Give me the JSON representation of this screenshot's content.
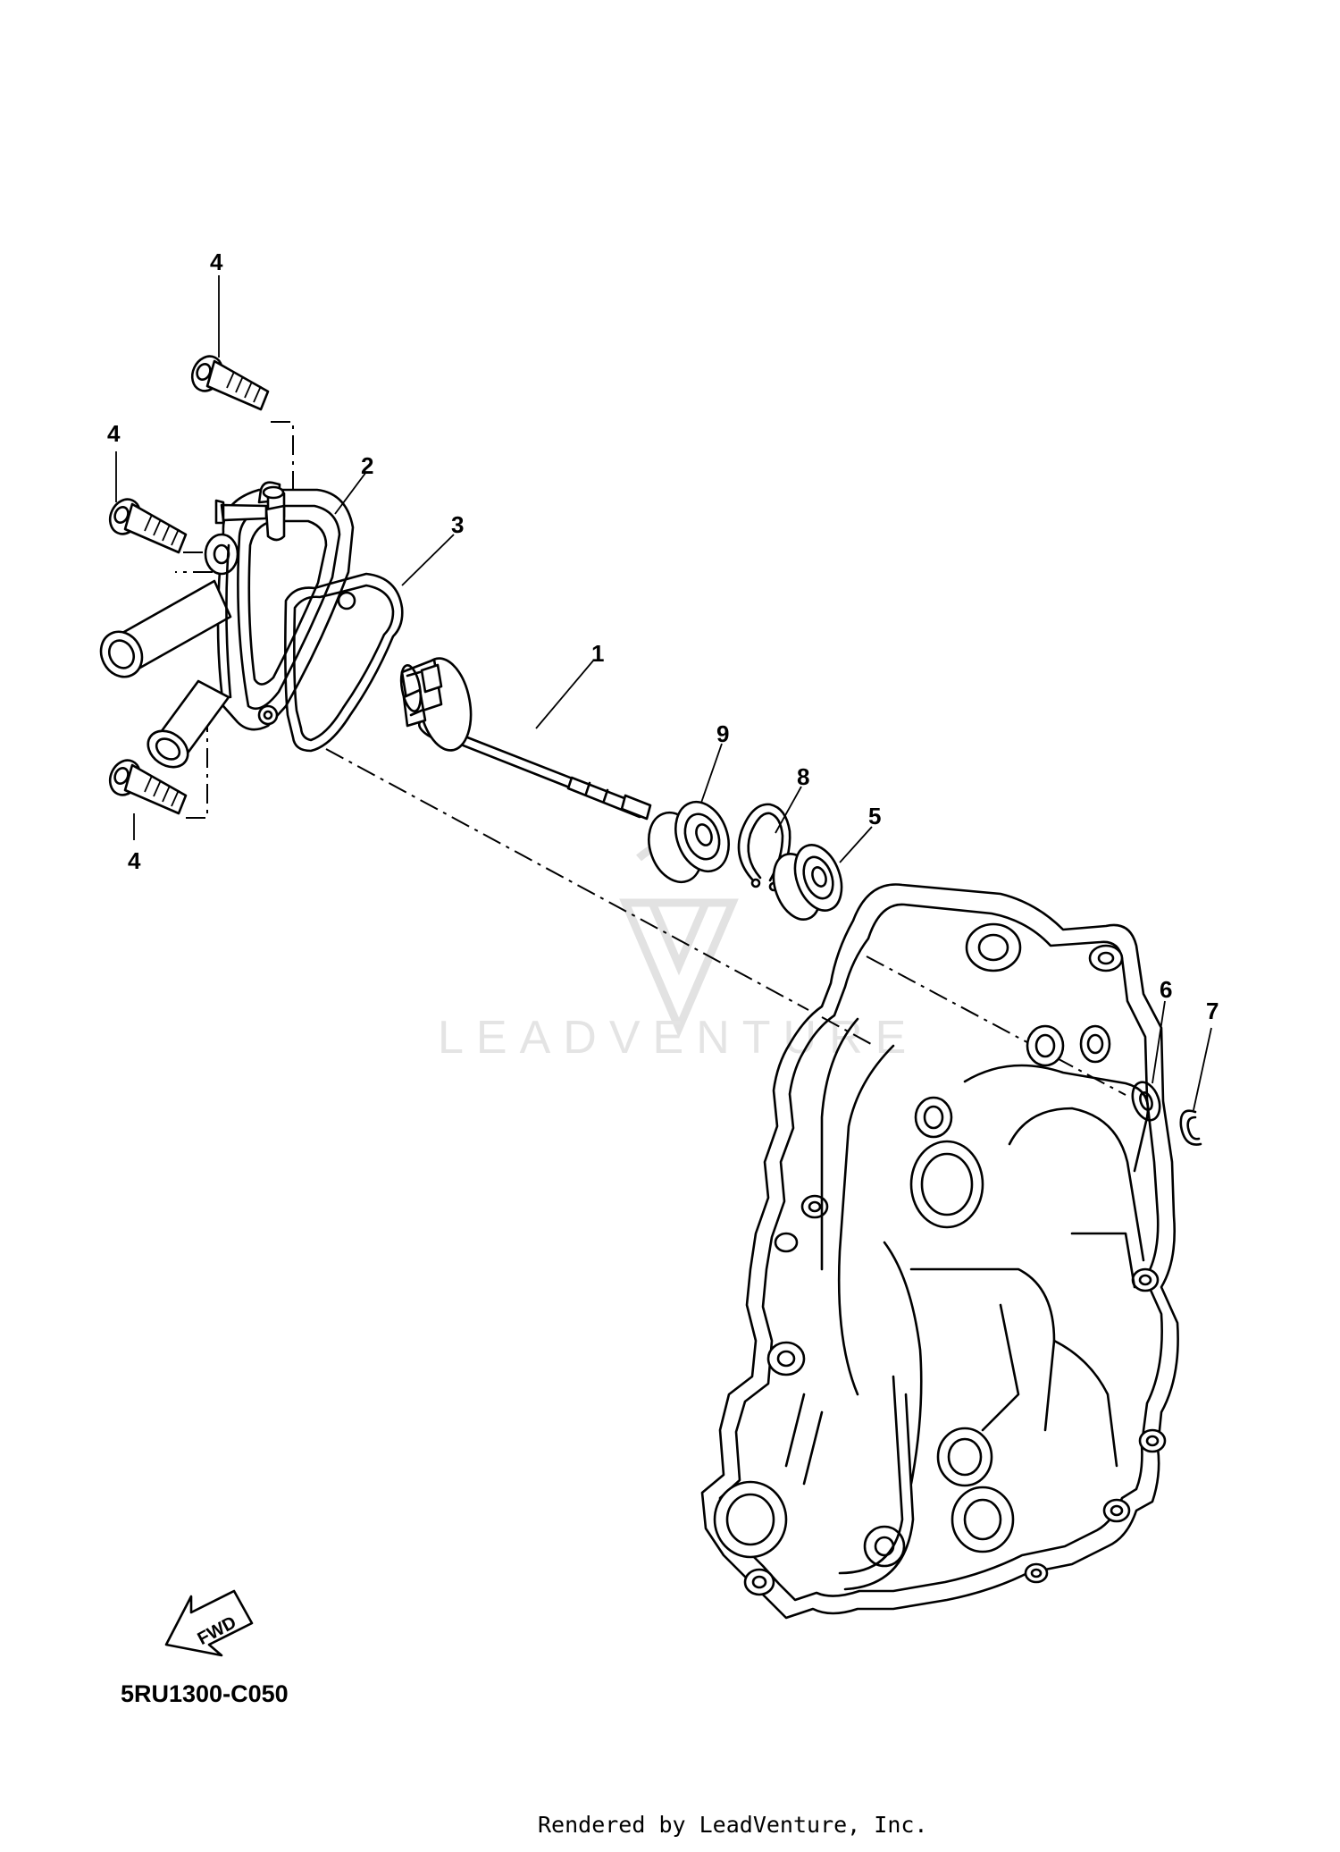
{
  "callouts": {
    "bolt_top": "4",
    "bolt_mid": "4",
    "bolt_bottom": "4",
    "cover": "2",
    "gasket": "3",
    "impeller_shaft": "1",
    "seal_9": "9",
    "circlip_8": "8",
    "bearing_5": "5",
    "washer_6": "6",
    "clip_7": "7"
  },
  "fwd_label": "FWD",
  "diagram_code": "5RU1300-C050",
  "watermark": "LEADVENTURE",
  "footer": "Rendered by LeadVenture, Inc.",
  "icons": [
    "fwd-arrow-icon",
    "leadventure-logo-icon"
  ]
}
